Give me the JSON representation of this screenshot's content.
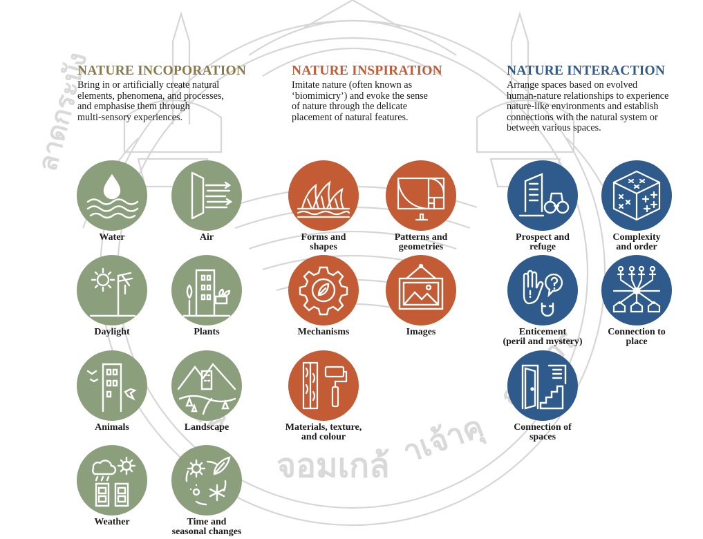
{
  "colors": {
    "incorporation": "#8c9f7d",
    "inspiration": "#c35b34",
    "interaction": "#2f5a8c",
    "title_incorporation": "#8a7a4a",
    "title_inspiration": "#c35b34",
    "title_interaction": "#2f5a8c",
    "watermark": "#d9d9d9"
  },
  "watermark": {
    "seal_text": "มหาวิทยาลัยเทคโนโลยีพระจอมเกล้าเจ้าคุณทหารลาดกระบัง"
  },
  "columns": [
    {
      "title": "NATURE INCOPORATION",
      "description": [
        "Bring in or artificially create natural",
        "elements, phenomena, and processes,",
        "and emphasise them through",
        "multi-sensory experiences."
      ],
      "items": [
        {
          "label": [
            "Water"
          ],
          "icon": "water-icon"
        },
        {
          "label": [
            "Air"
          ],
          "icon": "air-icon"
        },
        {
          "label": [
            "Daylight"
          ],
          "icon": "daylight-icon"
        },
        {
          "label": [
            "Plants"
          ],
          "icon": "plants-icon"
        },
        {
          "label": [
            "Animals"
          ],
          "icon": "animals-icon"
        },
        {
          "label": [
            "Landscape"
          ],
          "icon": "landscape-icon"
        },
        {
          "label": [
            "Weather"
          ],
          "icon": "weather-icon"
        },
        {
          "label": [
            "Time and",
            "seasonal changes"
          ],
          "icon": "seasons-icon"
        }
      ]
    },
    {
      "title": "NATURE INSPIRATION",
      "description": [
        "Imitate nature (often known as",
        "‘biomimicry’) and evoke the sense",
        "of nature through the delicate",
        "placement of natural features."
      ],
      "items": [
        {
          "label": [
            "Forms and",
            "shapes"
          ],
          "icon": "opera-house-icon"
        },
        {
          "label": [
            "Patterns and",
            "geometries"
          ],
          "icon": "golden-ratio-icon"
        },
        {
          "label": [
            "Mechanisms"
          ],
          "icon": "gear-leaf-icon"
        },
        {
          "label": [
            "Images"
          ],
          "icon": "framed-picture-icon"
        },
        {
          "label": [
            "Materials, texture,",
            "and colour"
          ],
          "icon": "paint-roller-icon"
        }
      ]
    },
    {
      "title": "NATURE INTERACTION",
      "description": [
        "Arrange spaces based on evolved",
        "human-nature relationships to experience",
        "nature-like environments  and establish",
        "connections with the natural system or",
        "between various spaces."
      ],
      "items": [
        {
          "label": [
            "Prospect and",
            "refuge"
          ],
          "icon": "binoculars-building-icon"
        },
        {
          "label": [
            "Complexity",
            "and order"
          ],
          "icon": "cube-pattern-icon"
        },
        {
          "label": [
            "Enticement",
            "(peril and mystery)"
          ],
          "icon": "hand-question-icon"
        },
        {
          "label": [
            "Connection to",
            "place"
          ],
          "icon": "people-network-icon"
        },
        {
          "label": [
            "Connection of",
            "spaces"
          ],
          "icon": "door-stairs-icon"
        }
      ]
    }
  ]
}
